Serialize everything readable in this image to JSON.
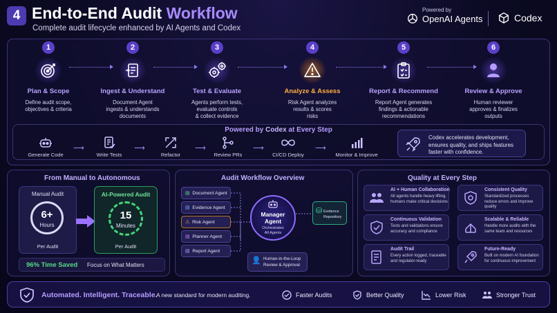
{
  "header": {
    "badge": "4",
    "title_main": "End-to-End Audit ",
    "title_accent": "Workflow",
    "subtitle": "Complete audit lifecycle enhanced by AI Agents and Codex",
    "powered_by": "Powered by",
    "brand_openai": "OpenAI Agents",
    "brand_codex": "Codex"
  },
  "steps": [
    {
      "num": "1",
      "icon": "target-icon",
      "label": "Plan & Scope",
      "desc": [
        "Define audit scope,",
        "objectives & criteria"
      ]
    },
    {
      "num": "2",
      "icon": "document-icon",
      "label": "Ingest & Understand",
      "desc": [
        "Document Agent",
        "ingests & understands",
        "documents"
      ]
    },
    {
      "num": "3",
      "icon": "gears-icon",
      "label": "Test & Evaluate",
      "desc": [
        "Agents perform tests,",
        "evaluate controls",
        "& collect evidence"
      ]
    },
    {
      "num": "4",
      "icon": "warning-icon",
      "label": "Analyze & Assess",
      "desc": [
        "Risk Agent analyzes",
        "results & scores",
        "risks"
      ]
    },
    {
      "num": "5",
      "icon": "clipboard-icon",
      "label": "Report & Recommend",
      "desc": [
        "Report Agent generates",
        "findings & actionable",
        "recommendations"
      ]
    },
    {
      "num": "6",
      "icon": "user-icon",
      "label": "Review & Approve",
      "desc": [
        "Human reviewer",
        "approves & finalizes",
        "outputs"
      ]
    }
  ],
  "codex": {
    "title_prefix": "Powered by ",
    "title_brand": "Codex",
    "title_suffix": " at Every Step",
    "steps": [
      {
        "icon": "robot-icon",
        "label": "Generate Code"
      },
      {
        "icon": "test-doc-icon",
        "label": "Write Tests"
      },
      {
        "icon": "refactor-icon",
        "label": "Refactor"
      },
      {
        "icon": "branch-icon",
        "label": "Review PRs"
      },
      {
        "icon": "infinity-icon",
        "label": "CI/CD Deploy"
      },
      {
        "icon": "bar-chart-icon",
        "label": "Monitor & Improve"
      }
    ],
    "note": [
      "Codex accelerates development,",
      "ensures quality, and ships features",
      "faster with confidence."
    ]
  },
  "manual_vs_ai": {
    "title": "From Manual to Autonomous",
    "manual_label": "Manual Audit",
    "manual_value": "6+",
    "manual_unit": "Hours",
    "manual_per": "Per Audit",
    "ai_label": "AI-Powered Audit",
    "ai_value": "15",
    "ai_unit": "Minutes",
    "ai_per": "Per Audit",
    "saved": "96% Time Saved",
    "focus": "Focus on What Matters"
  },
  "overview": {
    "title": "Audit Workflow Overview",
    "agents": [
      "Document Agent",
      "Evidence Agent",
      "Risk Agent",
      "Planner Agent",
      "Report Agent"
    ],
    "manager_title": [
      "Manager",
      "Agent"
    ],
    "manager_sub": [
      "Orchestrates",
      "All Agents"
    ],
    "repo": [
      "Evidence",
      "Repository"
    ],
    "hitl": [
      "Human-in-the-Loop",
      "Review & Approval"
    ]
  },
  "quality": {
    "title": "Quality at Every Step",
    "cards": [
      {
        "icon": "team-icon",
        "title": "AI + Human Collaboration",
        "desc": "All agents handle heavy lifting, humans make critical decisions"
      },
      {
        "icon": "gear-shield-icon",
        "title": "Consistent Quality",
        "desc": "Standardized processes reduce errors and improve quality"
      },
      {
        "icon": "check-shield-icon",
        "title": "Continuous Validation",
        "desc": "Tests and validations ensure accuracy and compliance"
      },
      {
        "icon": "scale-icon",
        "title": "Scalable & Reliable",
        "desc": "Handle more audits with the same team and resources"
      },
      {
        "icon": "trail-doc-icon",
        "title": "Audit Trail",
        "desc": "Every action logged, traceable and regulator-ready"
      },
      {
        "icon": "rocket-icon",
        "title": "Future-Ready",
        "desc": "Built on modern AI foundation for continuous improvement"
      }
    ]
  },
  "footer": {
    "tagline": "Automated. Intelligent. Traceable.",
    "sub": "A new standard for modern auditing.",
    "items": [
      {
        "icon": "check-circle-icon",
        "label": "Faster Audits"
      },
      {
        "icon": "shield-check-icon",
        "label": "Better Quality"
      },
      {
        "icon": "trend-down-icon",
        "label": "Lower Risk"
      },
      {
        "icon": "handshake-icon",
        "label": "Stronger Trust"
      }
    ]
  }
}
